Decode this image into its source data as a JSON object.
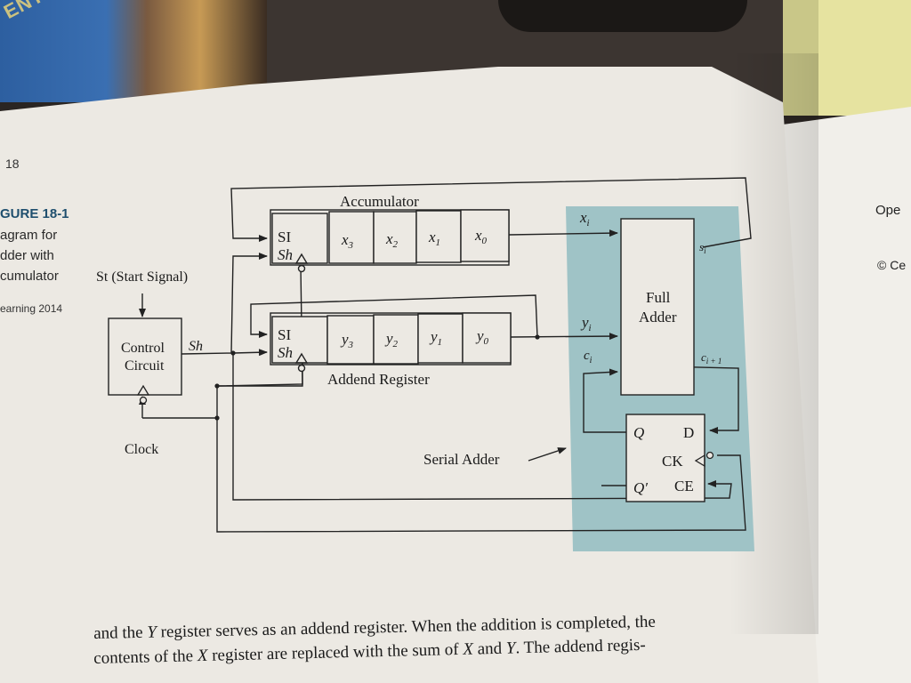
{
  "background": {
    "cover_text": "ENTALS",
    "colors": {
      "page": "#ece9e3",
      "teal_region": "#9fc3c6",
      "line": "#222222"
    }
  },
  "left_page": {
    "page_number": "18",
    "figure_title": "GURE 18-1",
    "caption_lines": [
      "agram for",
      "dder with",
      "cumulator"
    ],
    "copyright": "earning 2014"
  },
  "right_page": {
    "heading": "Ope",
    "copyright": "© Ce"
  },
  "diagram": {
    "accumulator_label": "Accumulator",
    "accumulator_inputs": [
      "SI",
      "Sh"
    ],
    "accumulator_bits": [
      "x",
      "x",
      "x",
      "x"
    ],
    "accumulator_subs": [
      "3",
      "2",
      "1",
      "0"
    ],
    "addend_label": "Addend Register",
    "addend_inputs": [
      "SI",
      "Sh"
    ],
    "addend_bits": [
      "y",
      "y",
      "y",
      "y"
    ],
    "addend_subs": [
      "3",
      "2",
      "1",
      "0"
    ],
    "start_signal": "St (Start Signal)",
    "control_circuit": [
      "Control",
      "Circuit"
    ],
    "sh_label": "Sh",
    "clock_label": "Clock",
    "full_adder": [
      "Full",
      "Adder"
    ],
    "xi": {
      "base": "x",
      "sub": "i"
    },
    "yi": {
      "base": "y",
      "sub": "i"
    },
    "ci": {
      "base": "c",
      "sub": "i"
    },
    "si": {
      "base": "s",
      "sub": "i"
    },
    "ci1": {
      "base": "c",
      "sub": "i + 1"
    },
    "flipflop": {
      "q": "Q",
      "d": "D",
      "ck": "CK",
      "qbar": "Q′",
      "ce": "CE"
    },
    "serial_adder_label": "Serial Adder"
  },
  "body_text": {
    "line1": [
      "and the ",
      "Y",
      " register serves as an addend register. When the addition is completed, the"
    ],
    "line2": [
      "contents of the ",
      "X",
      " register are replaced with the sum of ",
      "X",
      " and ",
      "Y",
      ". The addend regis-"
    ]
  }
}
